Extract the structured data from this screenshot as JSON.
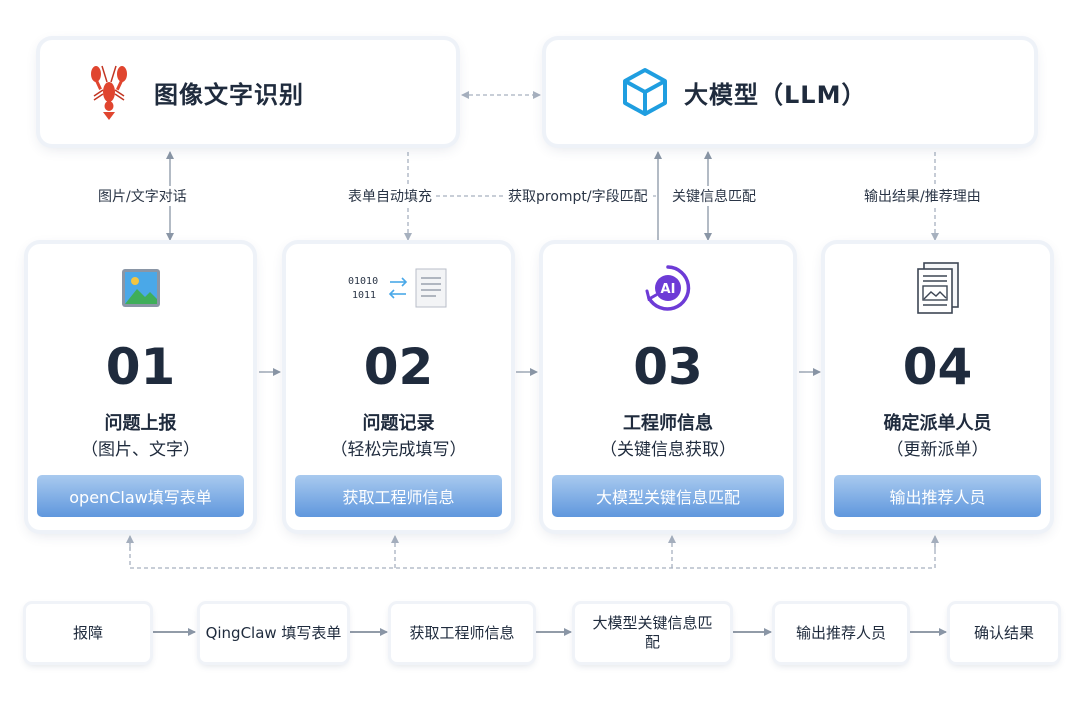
{
  "top": {
    "ocr": {
      "label": "图像文字识别",
      "icon": "lobster-icon"
    },
    "llm": {
      "label": "大模型（LLM）",
      "icon": "cube-icon"
    }
  },
  "connectors": {
    "c1": "图片/文字对话",
    "c2": "表单自动填充",
    "c3": "获取prompt/字段匹配",
    "c4": "关键信息匹配",
    "c5": "输出结果/推荐理由"
  },
  "steps": [
    {
      "num": "01",
      "title": "问题上报",
      "sub": "（图片、文字）",
      "button": "openClaw填写表单",
      "icon": "image-icon"
    },
    {
      "num": "02",
      "title": "问题记录",
      "sub": "（轻松完成填写）",
      "button": "获取工程师信息",
      "icon": "binary-document-icon",
      "icon_text_1": "01010",
      "icon_text_2": "1011"
    },
    {
      "num": "03",
      "title": "工程师信息",
      "sub": "（关键信息获取）",
      "button": "大模型关键信息匹配",
      "icon": "ai-chip-icon",
      "icon_text": "AI"
    },
    {
      "num": "04",
      "title": "确定派单人员",
      "sub": "（更新派单）",
      "button": "输出推荐人员",
      "icon": "news-document-icon"
    }
  ],
  "flow": [
    "报障",
    "QingClaw 填写表单",
    "获取工程师信息",
    "大模型关键信息匹配",
    "输出推荐人员",
    "确认结果"
  ],
  "colors": {
    "accent": "#5f97dd",
    "accent_light": "#a9caef",
    "cube": "#1f9ee0",
    "ai": "#6d3bd6",
    "lobster": "#e0452f"
  }
}
